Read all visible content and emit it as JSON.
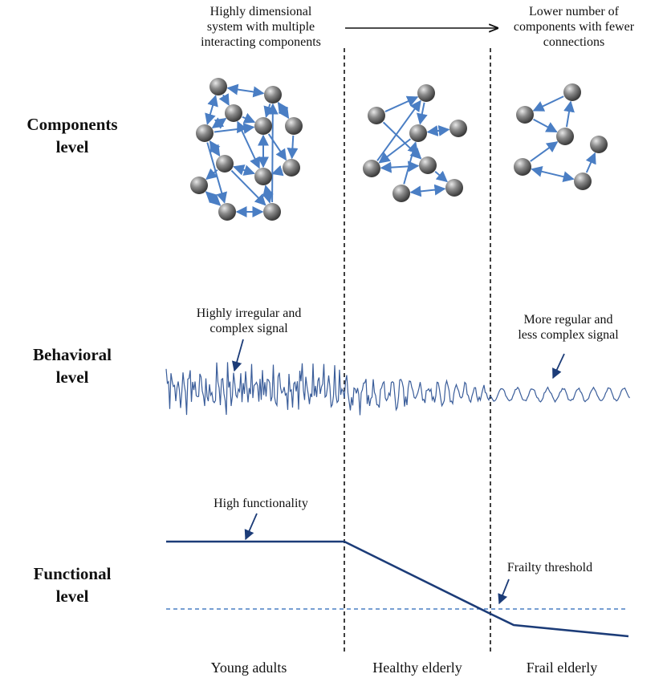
{
  "rows": {
    "components": [
      "Components",
      "level"
    ],
    "behavioral": [
      "Behavioral",
      "level"
    ],
    "functional": [
      "Functional",
      "level"
    ]
  },
  "top_notes": {
    "left": [
      "Highly dimensional",
      "system with multiple",
      "interacting components"
    ],
    "right": [
      "Lower number of",
      "components with fewer",
      "connections"
    ]
  },
  "signal_notes": {
    "left": [
      "Highly irregular and",
      "complex signal"
    ],
    "right": [
      "More regular and",
      "less complex signal"
    ]
  },
  "function_notes": {
    "high": "High functionality",
    "threshold": "Frailty threshold"
  },
  "columns": [
    "Young adults",
    "Healthy elderly",
    "Frail elderly"
  ],
  "colors": {
    "node": "#808080",
    "arrow": "#4a7ec4",
    "signal": "#3a5d9a",
    "function_line": "#1c3c78",
    "threshold": "#4a7ec4",
    "divider": "#111111"
  }
}
